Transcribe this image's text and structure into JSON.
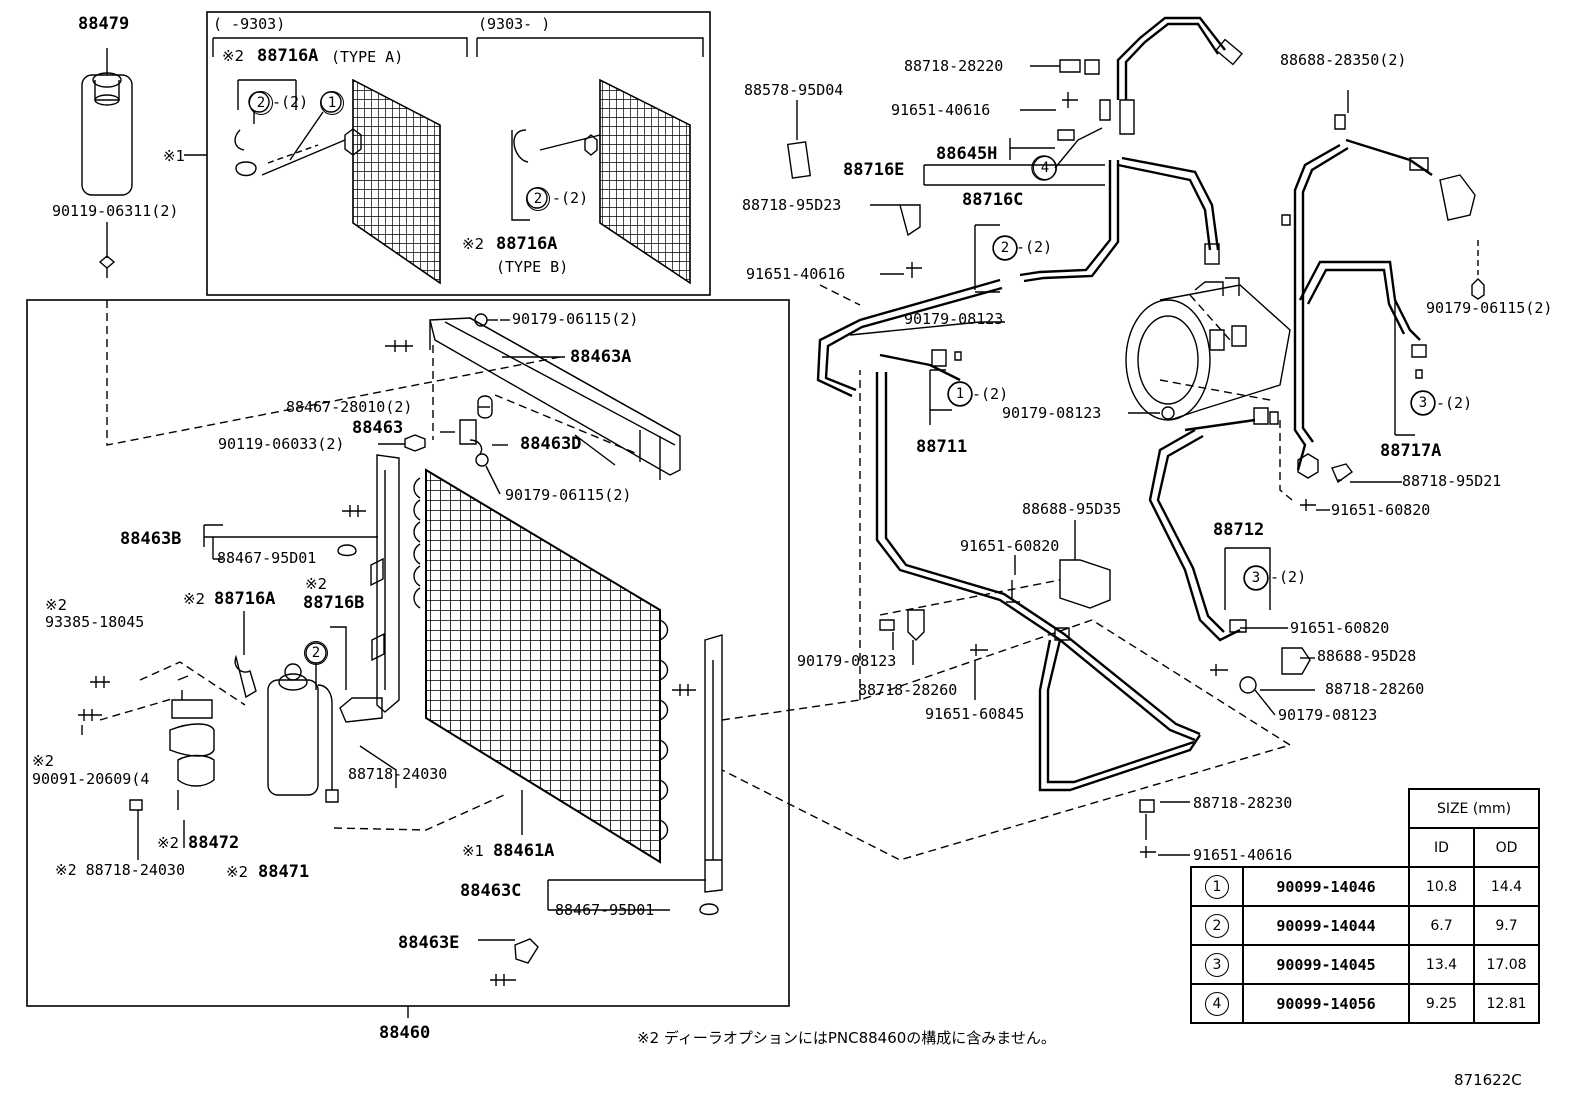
{
  "labels": {
    "p88479": "88479",
    "p90119_06311": "90119-06311(2)",
    "mark1": "※1",
    "inset_range_a": "(   -9303)",
    "inset_range_b": "(9303-   )",
    "inset_88716a_type_a_mark": "※2",
    "inset_88716a_type_a": "88716A",
    "inset_type_a": "(TYPE A)",
    "inset_q2_a": "-(2)",
    "inset_q2_b": "-(2)",
    "inset_88716a_type_b_mark": "※2",
    "inset_88716a_type_b": "88716A",
    "inset_type_b": "(TYPE B)",
    "p90179_06115_a": "90179-06115(2)",
    "p88463a": "88463A",
    "p88467_28010": "88467-28010(2)",
    "p88463": "88463",
    "p90119_06033": "90119-06033(2)",
    "p88463d": "88463D",
    "p90179_06115_b": "90179-06115(2)",
    "p88463b": "88463B",
    "p88467_95d01_a": "88467-95D01",
    "mark2_93385": "※2",
    "p93385_18045": "93385-18045",
    "p88716a_left_mark": "※2",
    "p88716a_left": "88716A",
    "p88716b_mark": "※2",
    "p88716b": "88716B",
    "mark2_90091": "※2",
    "p90091_20609": "90091-20609(4",
    "p88718_24030_a": "88718-24030",
    "p88472_mark": "※2",
    "p88472": "88472",
    "p88718_24030_b": "※2 88718-24030",
    "p88471_mark": "※2",
    "p88471": "88471",
    "p88461a_mark": "※1",
    "p88461a": "88461A",
    "p88463c": "88463C",
    "p88467_95d01_b": "88467-95D01",
    "p88463e": "88463E",
    "p88460": "88460",
    "p88578_95d04": "88578-95D04",
    "p88718_28220": "88718-28220",
    "p91651_40616_a": "91651-40616",
    "p88716e": "88716E",
    "p88645h": "88645H",
    "p88718_95d23": "88718-95D23",
    "p88716c": "88716C",
    "q2_c": "-(2)",
    "p91651_40616_b": "91651-40616",
    "p90179_08123_a": "90179-08123",
    "q1_c": "-(2)",
    "p88711": "88711",
    "p90179_08123_b": "90179-08123",
    "p88688_28350": "88688-28350(2)",
    "p90179_06115_c": "90179-06115(2)",
    "q3_c": "-(2)",
    "p88717a": "88717A",
    "p88718_95d21": "88718-95D21",
    "p91651_60820_a": "91651-60820",
    "p88688_95d35": "88688-95D35",
    "p91651_60820_b": "91651-60820",
    "p88712": "88712",
    "q3_d": "-(2)",
    "p91651_60820_c": "91651-60820",
    "p88688_95d28": "88688-95D28",
    "p90179_08123_c": "90179-08123",
    "p88718_28260_a": "88718-28260",
    "p91651_60845": "91651-60845",
    "p88718_28260_b": "88718-28260",
    "p90179_08123_d": "90179-08123",
    "p88718_28230": "88718-28230",
    "p91651_40616_c": "91651-40616",
    "footnote": "※2 ディーラオプションにはPNC88460の構成に含みません。",
    "figure_code": "871622C"
  },
  "circle_marks": {
    "c1": "1",
    "c2": "2",
    "c3": "3",
    "c4": "4"
  },
  "size_table": {
    "header_size": "SIZE (mm)",
    "header_id": "ID",
    "header_od": "OD",
    "rows": [
      {
        "mark": "1",
        "code": "90099-14046",
        "id": "10.8",
        "od": "14.4"
      },
      {
        "mark": "2",
        "code": "90099-14044",
        "id": "6.7",
        "od": "9.7"
      },
      {
        "mark": "3",
        "code": "90099-14045",
        "id": "13.4",
        "od": "17.08"
      },
      {
        "mark": "4",
        "code": "90099-14056",
        "id": "9.25",
        "od": "12.81"
      }
    ]
  }
}
